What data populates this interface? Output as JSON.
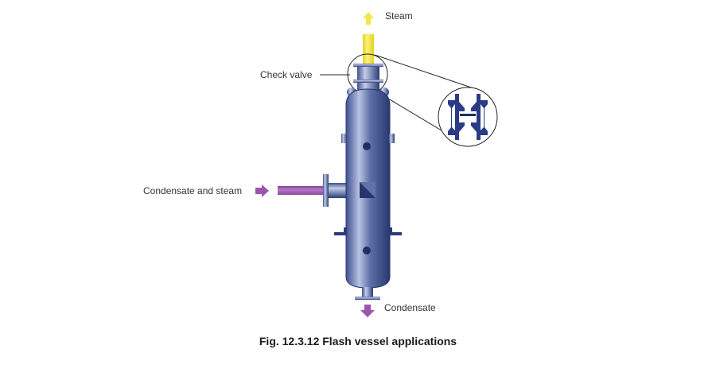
{
  "labels": {
    "steam": "Steam",
    "check_valve": "Check valve",
    "condensate_and_steam": "Condensate  and steam",
    "condensate": "Condensate"
  },
  "caption": "Fig. 12.3.12 Flash vessel applications",
  "colors": {
    "vessel_dark": "#27396f",
    "vessel_mid": "#5d6fa6",
    "vessel_light": "#b9c3e3",
    "steam_pipe": "#f2e23a",
    "steam_arrow": "#f4e54a",
    "inlet_pipe": "#9b55ad",
    "inlet_arrow": "#9b55ad",
    "valve_blue": "#2b3c85"
  }
}
